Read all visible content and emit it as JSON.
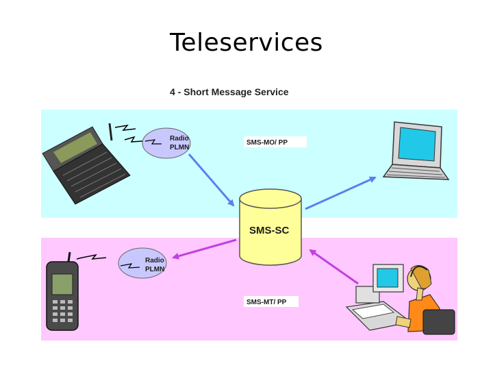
{
  "slide": {
    "title": "Teleservices",
    "subtitle": "4 - Short Message Service"
  },
  "diagram": {
    "top_panel": {
      "color": "#ccffff"
    },
    "bottom_panel": {
      "color": "#ffc8ff"
    },
    "center_node": {
      "label": "SMS-SC",
      "color": "#ffff99"
    },
    "radio_top": {
      "line1": "Radio",
      "line2": "PLMN",
      "color": "#c8c8ff"
    },
    "radio_bottom": {
      "line1": "Radio",
      "line2": "PLMN",
      "color": "#c8c8ff"
    },
    "label_mo": "SMS-MO/ PP",
    "label_mt": "SMS-MT/ PP",
    "arrow_colors": {
      "mo": "#5a7ff0",
      "mt": "#c040e0"
    }
  }
}
